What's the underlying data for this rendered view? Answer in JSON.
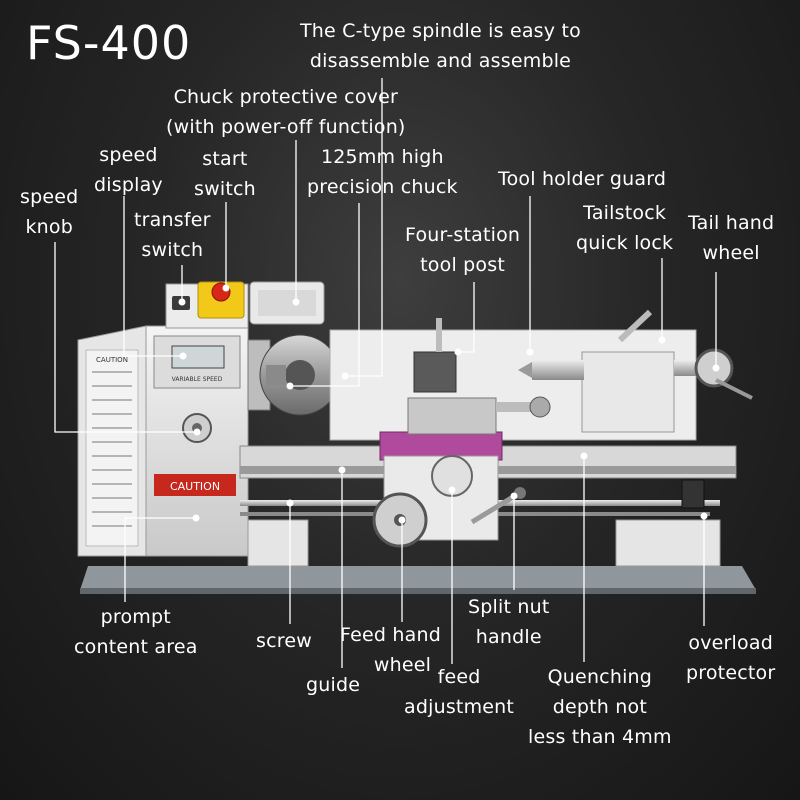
{
  "title": "FS-400",
  "panel": {
    "caution_label": "CAUTION",
    "variable_speed": "VARIABLE SPEED",
    "caution_banner": "CAUTION"
  },
  "labels": {
    "spindle": [
      "The C-type spindle is easy to",
      "disassemble and assemble"
    ],
    "chuck_cover": [
      "Chuck protective cover",
      "(with power-off function)"
    ],
    "speed_display": [
      "speed",
      "display"
    ],
    "start_switch": [
      "start",
      "switch"
    ],
    "chuck": [
      "125mm high",
      "precision chuck"
    ],
    "tool_holder_guard": [
      "Tool holder guard"
    ],
    "speed_knob": [
      "speed",
      "knob"
    ],
    "transfer_switch": [
      "transfer",
      "switch"
    ],
    "tool_post": [
      "Four-station",
      "tool post"
    ],
    "tailstock_lock": [
      "Tailstock",
      "quick lock"
    ],
    "tail_hand_wheel": [
      "Tail hand",
      "wheel"
    ],
    "prompt_area": [
      "prompt",
      "content area"
    ],
    "screw": [
      "screw"
    ],
    "feed_hand_wheel": [
      "Feed hand",
      "wheel"
    ],
    "guide": [
      "guide"
    ],
    "feed_adjustment": [
      "feed",
      "adjustment"
    ],
    "split_nut": [
      "Split nut",
      "handle"
    ],
    "quenching": [
      "Quenching",
      "depth not",
      "less than 4mm"
    ],
    "overload": [
      "overload",
      "protector"
    ]
  }
}
